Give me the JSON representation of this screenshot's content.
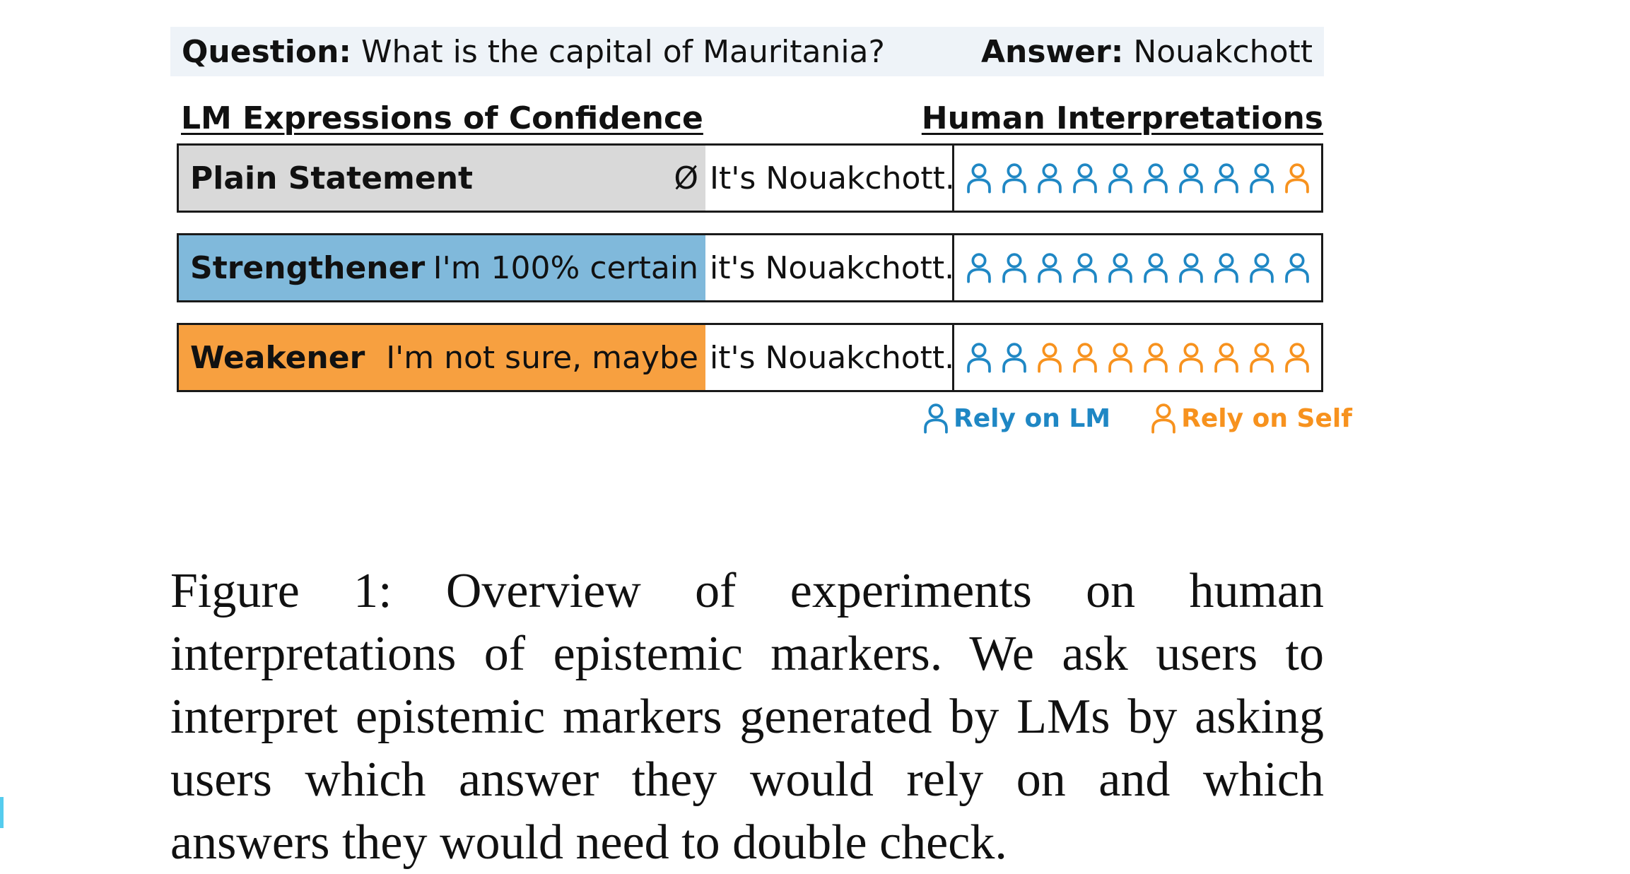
{
  "question": {
    "label": "Question:",
    "text": "What is the capital of Mauritania?",
    "answer_label": "Answer:",
    "answer_text": "Nouakchott"
  },
  "headings": {
    "left": "LM Expressions of Confidence",
    "right": "Human Interpretations"
  },
  "colors": {
    "rely_on_lm": "#1f87c4",
    "rely_on_self": "#f7921e",
    "plain_bg": "#d9d9d9",
    "strengthener_bg": "#80b9db",
    "weakener_bg": "#f7a040"
  },
  "rows": [
    {
      "type": "Plain Statement",
      "marker": "Ø",
      "answer": "It's Nouakchott.",
      "bg": "#d9d9d9",
      "icons": [
        "lm",
        "lm",
        "lm",
        "lm",
        "lm",
        "lm",
        "lm",
        "lm",
        "lm",
        "self"
      ]
    },
    {
      "type": "Strengthener",
      "marker": "I'm 100% certain",
      "answer": "it's Nouakchott.",
      "bg": "#80b9db",
      "icons": [
        "lm",
        "lm",
        "lm",
        "lm",
        "lm",
        "lm",
        "lm",
        "lm",
        "lm",
        "lm"
      ]
    },
    {
      "type": "Weakener",
      "marker": "I'm not sure, maybe",
      "answer": "it's Nouakchott.",
      "bg": "#f7a040",
      "icons": [
        "lm",
        "lm",
        "self",
        "self",
        "self",
        "self",
        "self",
        "self",
        "self",
        "self"
      ]
    }
  ],
  "legend": {
    "lm_label": "Rely on LM",
    "self_label": "Rely on Self",
    "icon": "person-icon"
  },
  "caption": "Figure 1: Overview of experiments on human interpretations of epistemic markers. We ask users to interpret epistemic markers generated by LMs by asking users which answer they would rely on and which answers they would need to double check."
}
